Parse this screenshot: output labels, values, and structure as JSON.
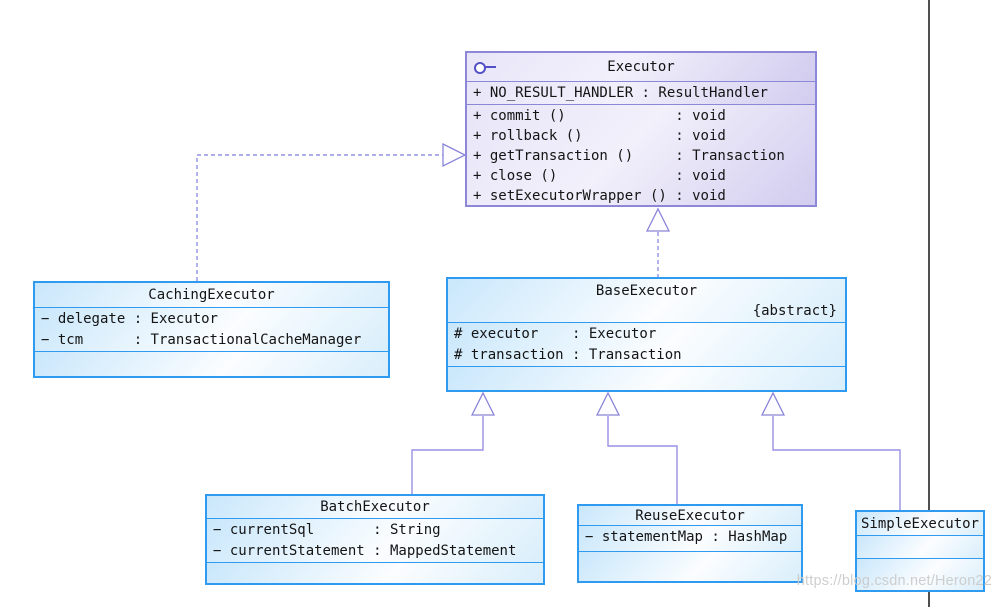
{
  "diagram": {
    "watermark": "https://blog.csdn.net/Heron22",
    "colors": {
      "box_border_blue": "#2f9bf0",
      "box_fill_blue_light": "#c9e7fb",
      "box_border_purple": "#8d87d8",
      "box_fill_purple_light": "#e8e5f8",
      "connector_purple": "#9a91e4",
      "page_divider_dark": "#4f4f4f",
      "watermark_gray": "#cacaca"
    },
    "classes": {
      "executor": {
        "name": "Executor",
        "kind": "interface",
        "attributes": [
          {
            "vis": "+",
            "name": "NO_RESULT_HANDLER",
            "type": ": ResultHandler"
          }
        ],
        "methods": [
          {
            "vis": "+",
            "name": "commit ()",
            "type": ": void"
          },
          {
            "vis": "+",
            "name": "rollback ()",
            "type": ": void"
          },
          {
            "vis": "+",
            "name": "getTransaction ()",
            "type": ": Transaction"
          },
          {
            "vis": "+",
            "name": "close ()",
            "type": ": void"
          },
          {
            "vis": "+",
            "name": "setExecutorWrapper ()",
            "type": ": void"
          }
        ]
      },
      "caching_executor": {
        "name": "CachingExecutor",
        "attributes": [
          {
            "vis": "−",
            "name": "delegate",
            "type": ": Executor"
          },
          {
            "vis": "−",
            "name": "tcm",
            "type": ": TransactionalCacheManager"
          }
        ]
      },
      "base_executor": {
        "name": "BaseExecutor",
        "stereotype": "{abstract}",
        "attributes": [
          {
            "vis": "#",
            "name": "executor",
            "type": ": Executor"
          },
          {
            "vis": "#",
            "name": "transaction",
            "type": ": Transaction"
          }
        ]
      },
      "batch_executor": {
        "name": "BatchExecutor",
        "attributes": [
          {
            "vis": "−",
            "name": "currentSql",
            "type": ": String"
          },
          {
            "vis": "−",
            "name": "currentStatement",
            "type": ": MappedStatement"
          }
        ]
      },
      "reuse_executor": {
        "name": "ReuseExecutor",
        "attributes": [
          {
            "vis": "−",
            "name": "statementMap",
            "type": ": HashMap"
          }
        ]
      },
      "simple_executor": {
        "name": "SimpleExecutor"
      }
    },
    "relations": [
      {
        "from": "CachingExecutor",
        "to": "Executor",
        "type": "realization"
      },
      {
        "from": "BaseExecutor",
        "to": "Executor",
        "type": "realization"
      },
      {
        "from": "BatchExecutor",
        "to": "BaseExecutor",
        "type": "generalization"
      },
      {
        "from": "ReuseExecutor",
        "to": "BaseExecutor",
        "type": "generalization"
      },
      {
        "from": "SimpleExecutor",
        "to": "BaseExecutor",
        "type": "generalization"
      }
    ]
  }
}
